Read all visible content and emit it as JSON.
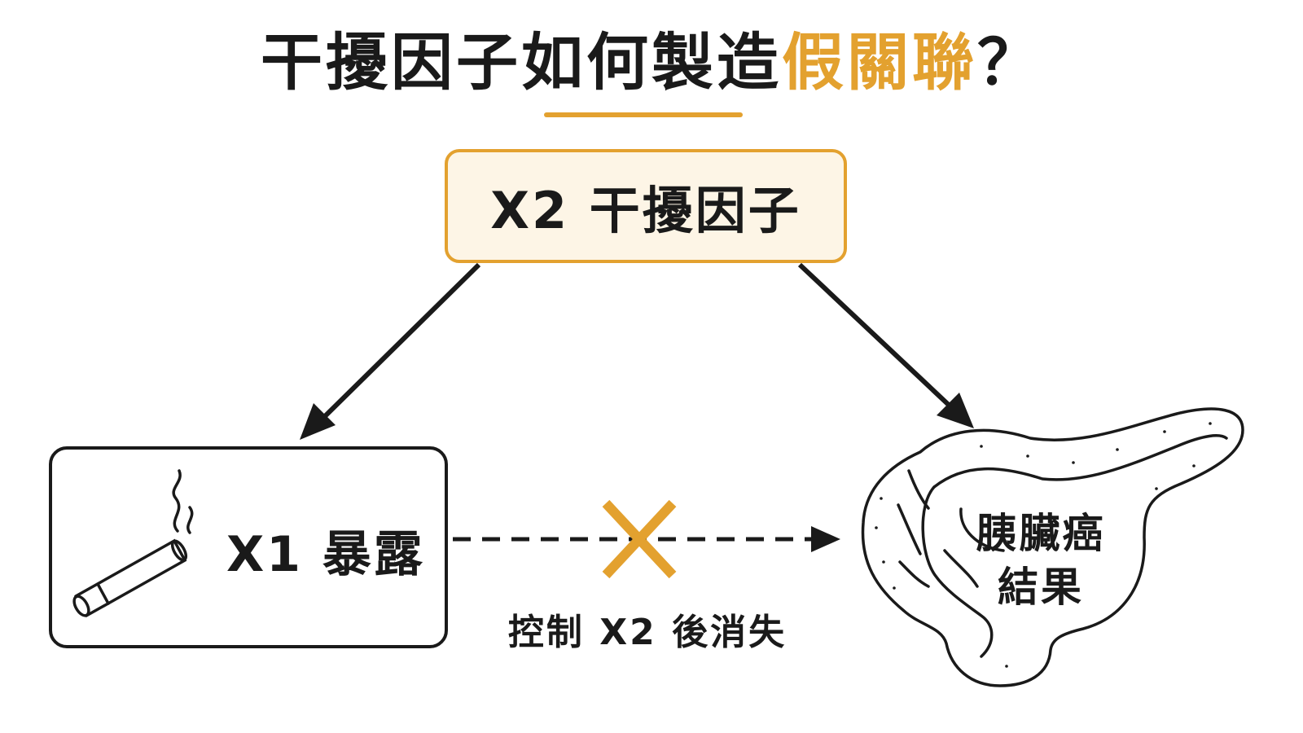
{
  "title": {
    "main": "干擾因子如何製造",
    "highlight": "假關聯",
    "suffix": "？"
  },
  "nodes": {
    "confounder": "X2 干擾因子",
    "exposure": "X1 暴露",
    "outcome_line1": "胰臟癌",
    "outcome_line2": "結果"
  },
  "edges": {
    "spurious_note": "控制 X2 後消失"
  },
  "icons": {
    "exposure_icon": "cigarette-smoke-icon",
    "outcome_icon": "pancreas-icon",
    "blocked_icon": "x-cross-icon"
  },
  "colors": {
    "accent": "#e3a12f",
    "ink": "#1a1a1a",
    "confounder_fill": "#fdf5e6"
  }
}
